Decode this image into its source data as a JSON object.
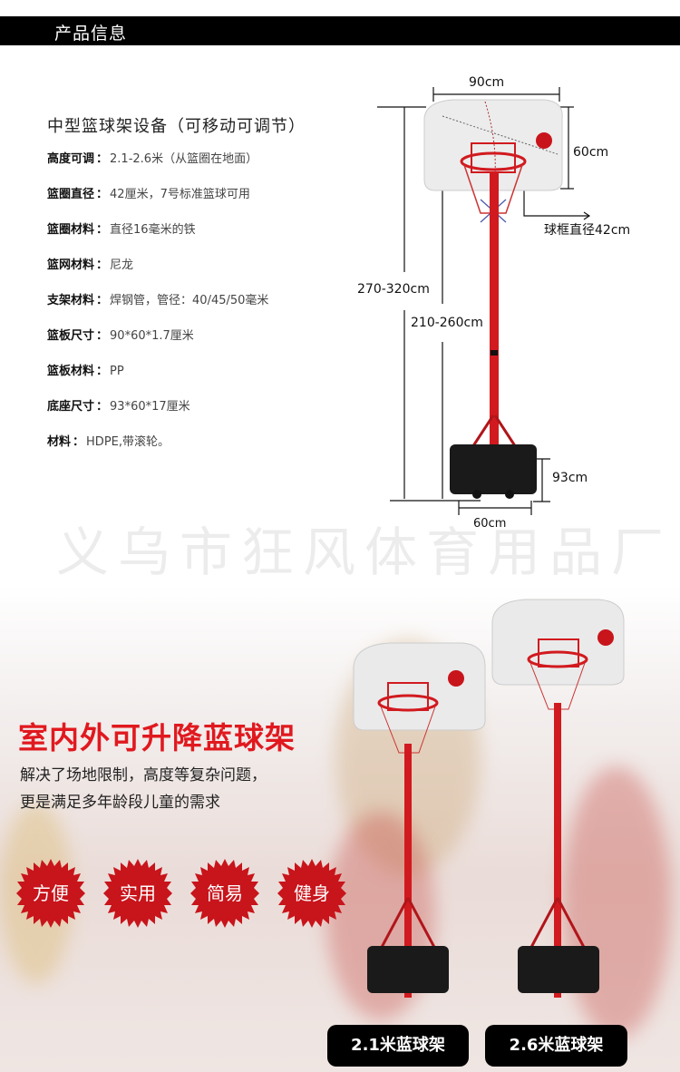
{
  "header": {
    "title": "产品信息"
  },
  "product": {
    "title": "中型篮球架设备（可移动可调节）",
    "specs": [
      {
        "key": "高度可调",
        "value": "2.1-2.6米（从篮圈在地面）"
      },
      {
        "key": "篮圈直径",
        "value": "42厘米，7号标准篮球可用"
      },
      {
        "key": "篮圈材料",
        "value": "直径16毫米的铁"
      },
      {
        "key": "篮网材料",
        "value": "尼龙"
      },
      {
        "key": "支架材料",
        "value": "焊钢管，管径：40/45/50毫米"
      },
      {
        "key": "篮板尺寸",
        "value": "90*60*1.7厘米"
      },
      {
        "key": "篮板材料",
        "value": "PP"
      },
      {
        "key": "底座尺寸",
        "value": "93*60*17厘米"
      },
      {
        "key": "材料",
        "value": "HDPE,带滚轮。"
      }
    ],
    "separator": "："
  },
  "diagram": {
    "backboard_width": "90cm",
    "backboard_height": "60cm",
    "rim_diameter": "球框直径42cm",
    "total_height": "270-320cm",
    "rim_height": "210-260cm",
    "base_length": "93cm",
    "base_width": "60cm"
  },
  "watermark": "义乌市狂风体育用品厂",
  "promo": {
    "title": "室内外可升降蓝球架",
    "subtitle_line1": "解决了场地限制，高度等复杂问题，",
    "subtitle_line2": "更是满足多年龄段儿童的需求",
    "badges": [
      "方便",
      "实用",
      "简易",
      "健身"
    ],
    "badge_color": "#c8141b",
    "sizes": [
      "2.1米蓝球架",
      "2.6米蓝球架"
    ]
  },
  "colors": {
    "accent_red": "#e0191f",
    "pole_red": "#d11a1f",
    "header_bg": "#000000"
  }
}
